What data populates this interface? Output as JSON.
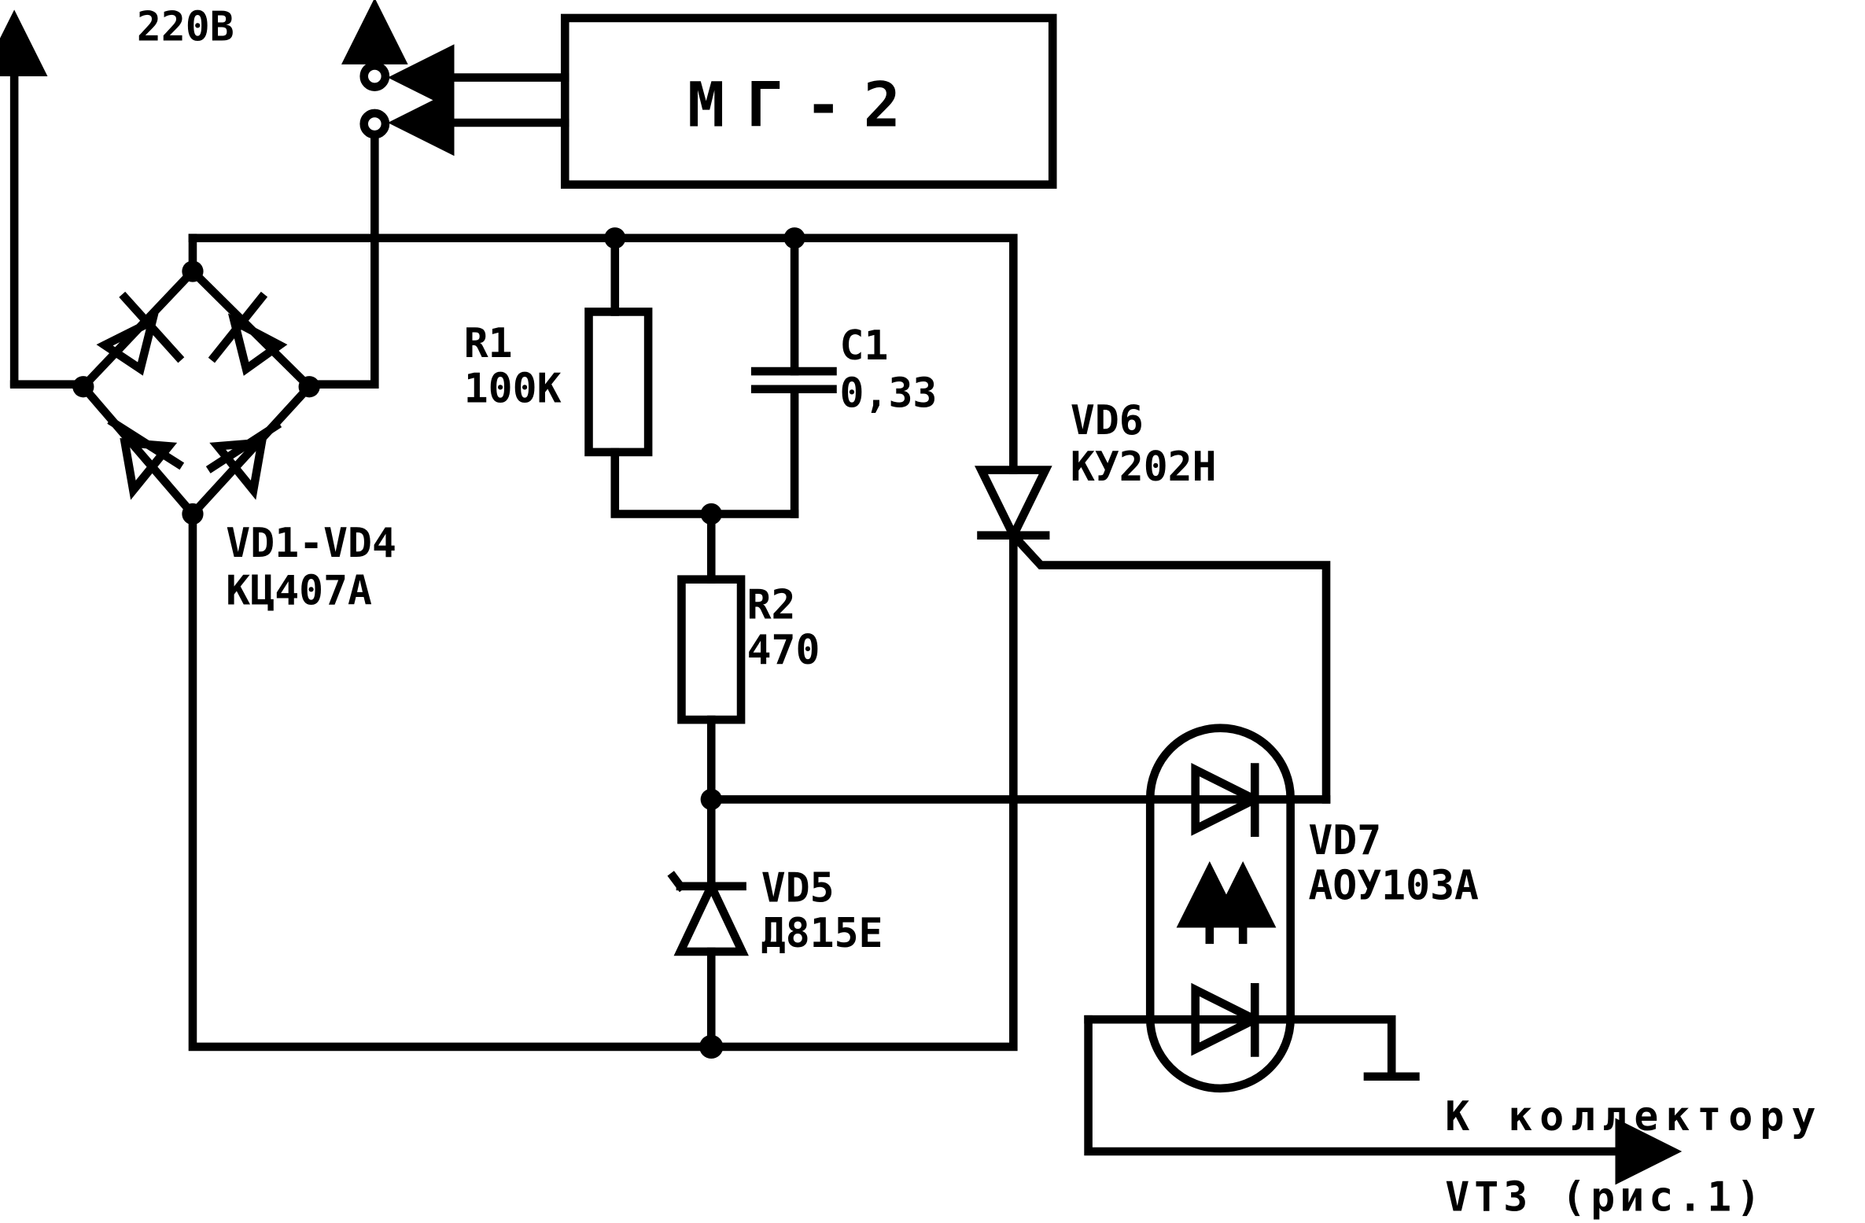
{
  "title": "Схема включения МГ-2",
  "colors": {
    "ink": "#000000",
    "paper": "#ffffff"
  },
  "labels": {
    "supply": "220В",
    "module": "МГ-2",
    "r1_ref": "R1",
    "r1_val": "100К",
    "c1_ref": "C1",
    "c1_val": "0,33",
    "vd6_ref": "VD6",
    "vd6_val": "КУ202Н",
    "bridge_ref": "VD1-VD4",
    "bridge_val": "КЦ407А",
    "r2_ref": "R2",
    "r2_val": "470",
    "vd5_ref": "VD5",
    "vd5_val": "Д815Е",
    "vd7_ref": "VD7",
    "vd7_val": "АОУ103А",
    "output_line1": "К коллектору",
    "output_line2": "VT3 (рис.1)"
  }
}
